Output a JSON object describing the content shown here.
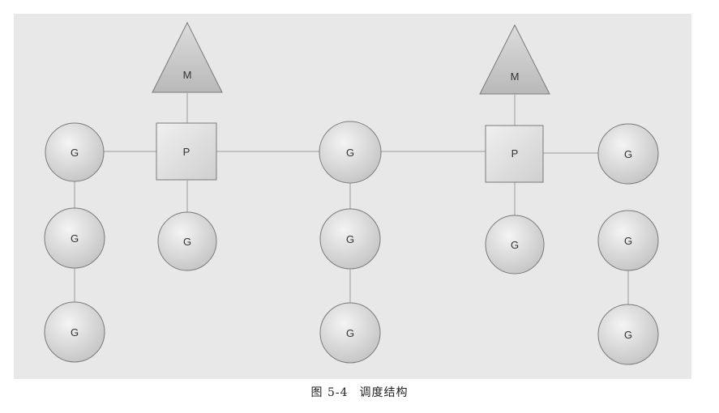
{
  "diagram": {
    "labels": {
      "machine": "M",
      "processor": "P",
      "goroutine": "G"
    },
    "colors": {
      "node_fill_top": "#f2f2f2",
      "node_fill_bottom": "#c8c8c8",
      "node_stroke": "#7a7a7a",
      "edge": "#9a9a9a",
      "background": "#e8e8e8"
    }
  },
  "caption": {
    "figure": "图 5-4",
    "title": "调度结构"
  }
}
